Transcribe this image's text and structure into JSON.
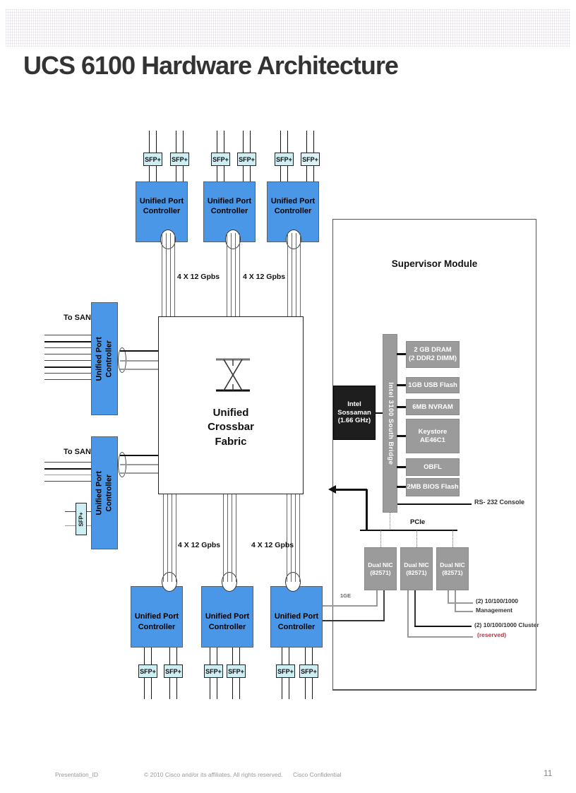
{
  "title": "UCS 6100 Hardware Architecture",
  "labels": {
    "upc_lines": [
      "Unified Port",
      "Controller"
    ],
    "sfp": "SFP+",
    "to_san": "To SAN",
    "bandwidth": "4 X 12 Gpbs",
    "fabric_lines": [
      "Unified",
      "Crossbar",
      "Fabric"
    ],
    "ge": "1GE"
  },
  "supervisor": {
    "title": "Supervisor Module",
    "south_bridge": "Intel 3100 South Bridge",
    "cpu_lines": [
      "Intel",
      "Sossaman",
      "(1.66 GHz)"
    ],
    "components": [
      [
        "2 GB DRAM",
        "(2 DDR2 DIMM)"
      ],
      [
        "1GB USB Flash"
      ],
      [
        "6MB NVRAM"
      ],
      [
        "Keystore",
        "AE46C1"
      ],
      [
        "OBFL"
      ],
      [
        "2MB BIOS Flash"
      ]
    ],
    "nic_lines": [
      "Dual NIC",
      "(82571)"
    ],
    "rs232": "RS- 232 Console",
    "pcie": "PCIe",
    "management_lines": [
      "(2) 10/100/1000",
      "Management"
    ],
    "cluster": "(2) 10/100/1000 Cluster",
    "reserved": "(reserved)"
  },
  "footer": {
    "presentation_id": "Presentation_ID",
    "copyright": "© 2010 Cisco and/or its affiliates. All rights reserved.",
    "classification": "Cisco Confidential",
    "page_number": "11"
  },
  "colors": {
    "controller_blue": "#4a97e8",
    "sfp_cyan": "#cdeef3",
    "component_gray": "#9b9b9b",
    "cpu_black": "#1e1e1e",
    "reserved_red": "#c23040"
  }
}
